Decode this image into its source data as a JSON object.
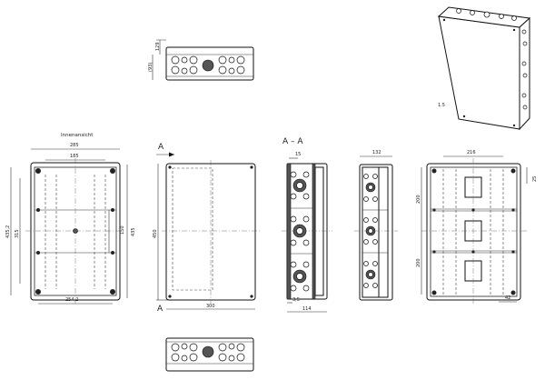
{
  "labels": {
    "inner_view": "Innenansicht",
    "section_a_left": "A",
    "section_a_bottom": "A",
    "section_title": "A – A",
    "iso_note": "1.5"
  },
  "dimensions": {
    "top_depth_1": "129",
    "top_depth_2": "(93)",
    "inner_width_outer": "285",
    "inner_width_grid": "185",
    "inner_height_outer": "435,2",
    "inner_height_left": "315",
    "inner_height_mid": "150",
    "inner_height_right": "435",
    "inner_width_bottom": "254,2",
    "front_height": "450",
    "front_width": "300",
    "sec_top": "15",
    "sec_bottom_small": "3,5",
    "sec_bottom": "114",
    "side_width": "132",
    "back_width": "216",
    "back_right": "25",
    "back_upper": "200",
    "back_lower": "200",
    "back_bottom": "42"
  }
}
